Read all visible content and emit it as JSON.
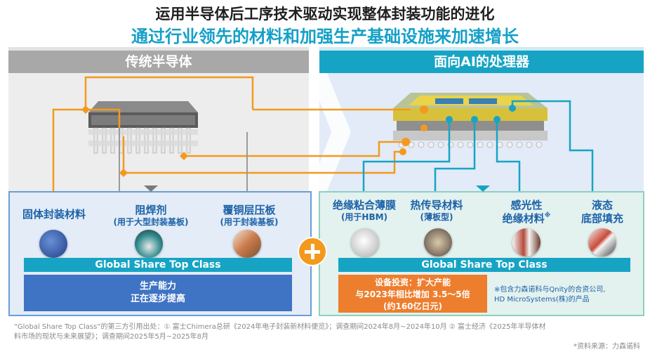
{
  "title_main": "运用半导体后工序技术驱动实现整体封装功能的进化",
  "title_sub": "通过行业领先的材料和加强生产基础设施来加速增长",
  "left": {
    "header": "传统半导体",
    "materials": [
      {
        "name": "固体封装材料",
        "sub": ""
      },
      {
        "name": "阻焊剂",
        "sub": "(用于大型封装基板)"
      },
      {
        "name": "覆铜层压板",
        "sub": "(用于封装基板)"
      }
    ],
    "global_share": "Global Share Top Class",
    "capacity_line1": "生产能力",
    "capacity_line2": "正在逐步提高"
  },
  "right": {
    "header": "面向AI的处理器",
    "materials": [
      {
        "name": "绝缘粘合薄膜",
        "sub": "(用于HBM)"
      },
      {
        "name": "热传导材料",
        "sub": "(薄板型)"
      },
      {
        "name_line1": "感光性",
        "name_line2": "绝缘材料",
        "mark": "※"
      },
      {
        "name_line1": "液态",
        "name_line2": "底部填充"
      }
    ],
    "global_share": "Global Share Top Class",
    "investment_line1": "设备投资：扩大产能",
    "investment_line2": "与2023年相比增加 3.5～5倍",
    "investment_line3": "(约160亿日元)",
    "note_line1": "※包含力森诺科与Qnity的合资公司,",
    "note_line2": "HD MicroSystems(株)的产品"
  },
  "footnote_line1": "“Global Share Top Class”的第三方引用出处：① 富士Chimera总研《2024年电子封装新材料便览》；调查期间2024年8月~2024年10月 ② 富士经济《2025年半导体材",
  "footnote_line2": "料市场的现状与未来展望》；调查期间2025年5月~2025年8月",
  "source": "*资料来源：力森诺科",
  "colors": {
    "orange": "#f39a1e",
    "teal": "#17a4c4",
    "blue": "#1d62a8",
    "grey": "#a8a8a8"
  }
}
